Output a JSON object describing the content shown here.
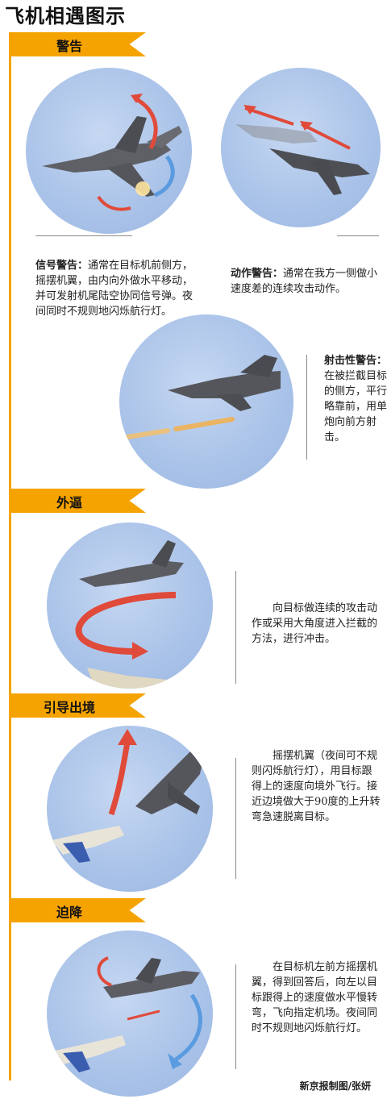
{
  "title": "飞机相遇图示",
  "sections": {
    "warning": {
      "label": "警告"
    },
    "force": {
      "label": "外逼"
    },
    "guide": {
      "label": "引导出境"
    },
    "land": {
      "label": "迫降"
    }
  },
  "captions": {
    "signal_title": "信号警告：",
    "signal_body": "通常在目标机前侧方，摇摆机翼，由内向外做水平移动，并可发射机尾陆空协同信号弹。夜间同时不规则地闪烁航行灯。",
    "action_title": "动作警告：",
    "action_body": "通常在我方一侧做小速度差的连续攻击动作。",
    "shoot_title": "射击性警告：",
    "shoot_body": "在被拦截目标的侧方，平行略靠前，用单炮向前方射击。",
    "force_body": "向目标做连续的攻击动作或采用大角度进入拦截的方法，进行冲击。",
    "guide_body": "摇摆机翼（夜间可不规则闪烁航行灯），用目标跟得上的速度向境外飞行。接近边境做大于90度的上升转弯急速脱离目标。",
    "land_body": "在目标机左前方摇摆机翼，得到回答后，向左以目标跟得上的速度做水平慢转弯，飞向指定机场。夜间同时不规则地闪烁航行灯。"
  },
  "credit": "新京报制图/张妍",
  "colors": {
    "banner": "#f5a300",
    "line": "#f0a500",
    "circle": "#a9c2e8"
  }
}
